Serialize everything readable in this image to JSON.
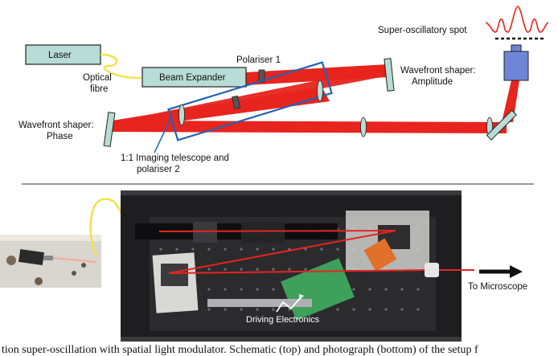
{
  "schematic": {
    "laser": "Laser",
    "optical_fibre": [
      "Optical",
      "fibre"
    ],
    "beam_expander": "Beam Expander",
    "polariser_1": "Polariser 1",
    "wavefront_amplitude": [
      "Wavefront shaper:",
      "Amplitude"
    ],
    "wavefront_phase": [
      "Wavefront shaper:",
      "Phase"
    ],
    "telescope": [
      "1:1 Imaging telescope and",
      "polariser 2"
    ],
    "super_oscillatory_spot": "Super-oscillatory spot"
  },
  "photo": {
    "to_microscope": "To Microscope",
    "driving_electronics": "Driving Electronics"
  },
  "caption": "tion super-oscillation with spatial light modulator. Schematic (top) and photograph (bottom) of the setup f",
  "colors": {
    "beam": "#e8241e",
    "telescope_box": "#1f63b4",
    "laser_box": "#b8dcd6",
    "fibre": "#f2e24a",
    "objective": "#6f86d6"
  }
}
